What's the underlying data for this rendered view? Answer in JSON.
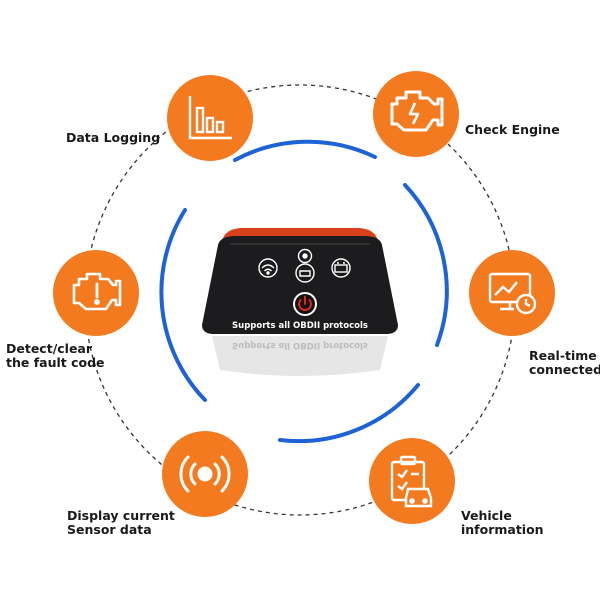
{
  "colors": {
    "accent": "#f47a20",
    "ring_blue": "#1d63d6",
    "dash": "#333333",
    "device_body": "#1c1c1e",
    "device_trim": "#d9401c",
    "power_red": "#e0261b"
  },
  "features": [
    {
      "id": "data-logging",
      "label": "Data Logging",
      "icon": "bar-chart-icon"
    },
    {
      "id": "check-engine",
      "label": "Check Engine",
      "icon": "engine-warning-icon"
    },
    {
      "id": "realtime",
      "label": "Real-time\nconnected",
      "icon": "monitor-clock-icon"
    },
    {
      "id": "vehicle-info",
      "label": "Vehicle\ninformation",
      "icon": "clipboard-car-icon"
    },
    {
      "id": "sensor-data",
      "label": "Display current\nSensor data",
      "icon": "sensor-signal-icon"
    },
    {
      "id": "fault-code",
      "label": "Detect/clear\nthe fault code",
      "icon": "engine-warning-icon"
    }
  ],
  "device": {
    "caption": "Supports all OBDII protocols",
    "status_icons": [
      "wifi-icon",
      "engine-status-icon",
      "battery-icon"
    ],
    "power_icon": "power-icon"
  }
}
